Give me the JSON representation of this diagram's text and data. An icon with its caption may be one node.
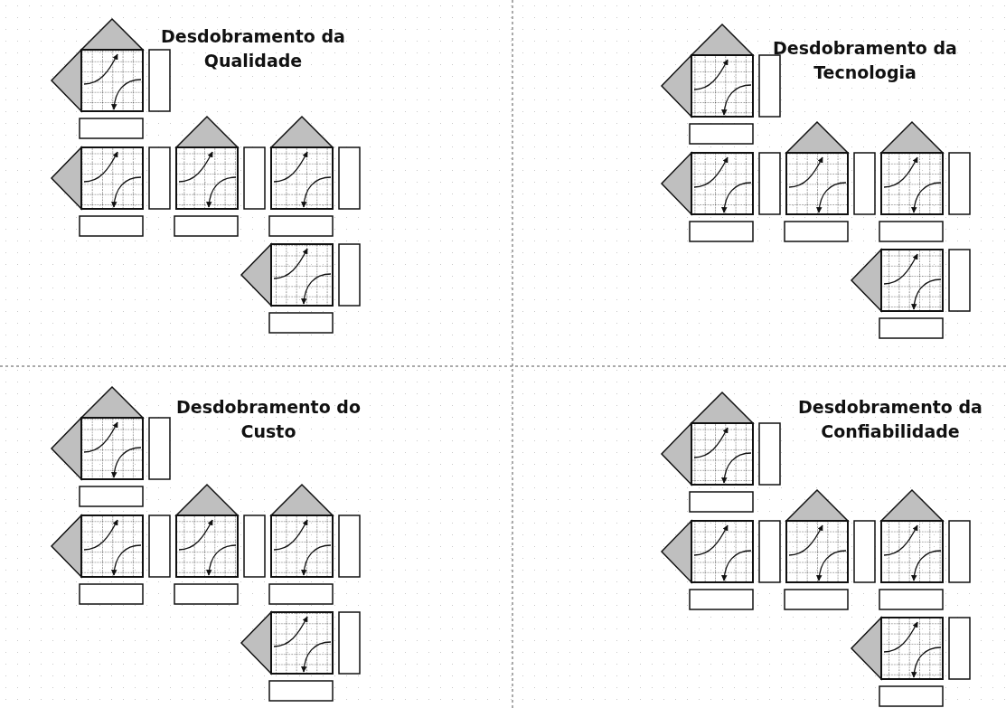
{
  "diagram": {
    "labels": [
      "Desdobramento da Qualidade",
      "Desdobramento da Tecnologia",
      "Desdobramento do Custo",
      "Desdobramento da Confiabilidade"
    ]
  }
}
